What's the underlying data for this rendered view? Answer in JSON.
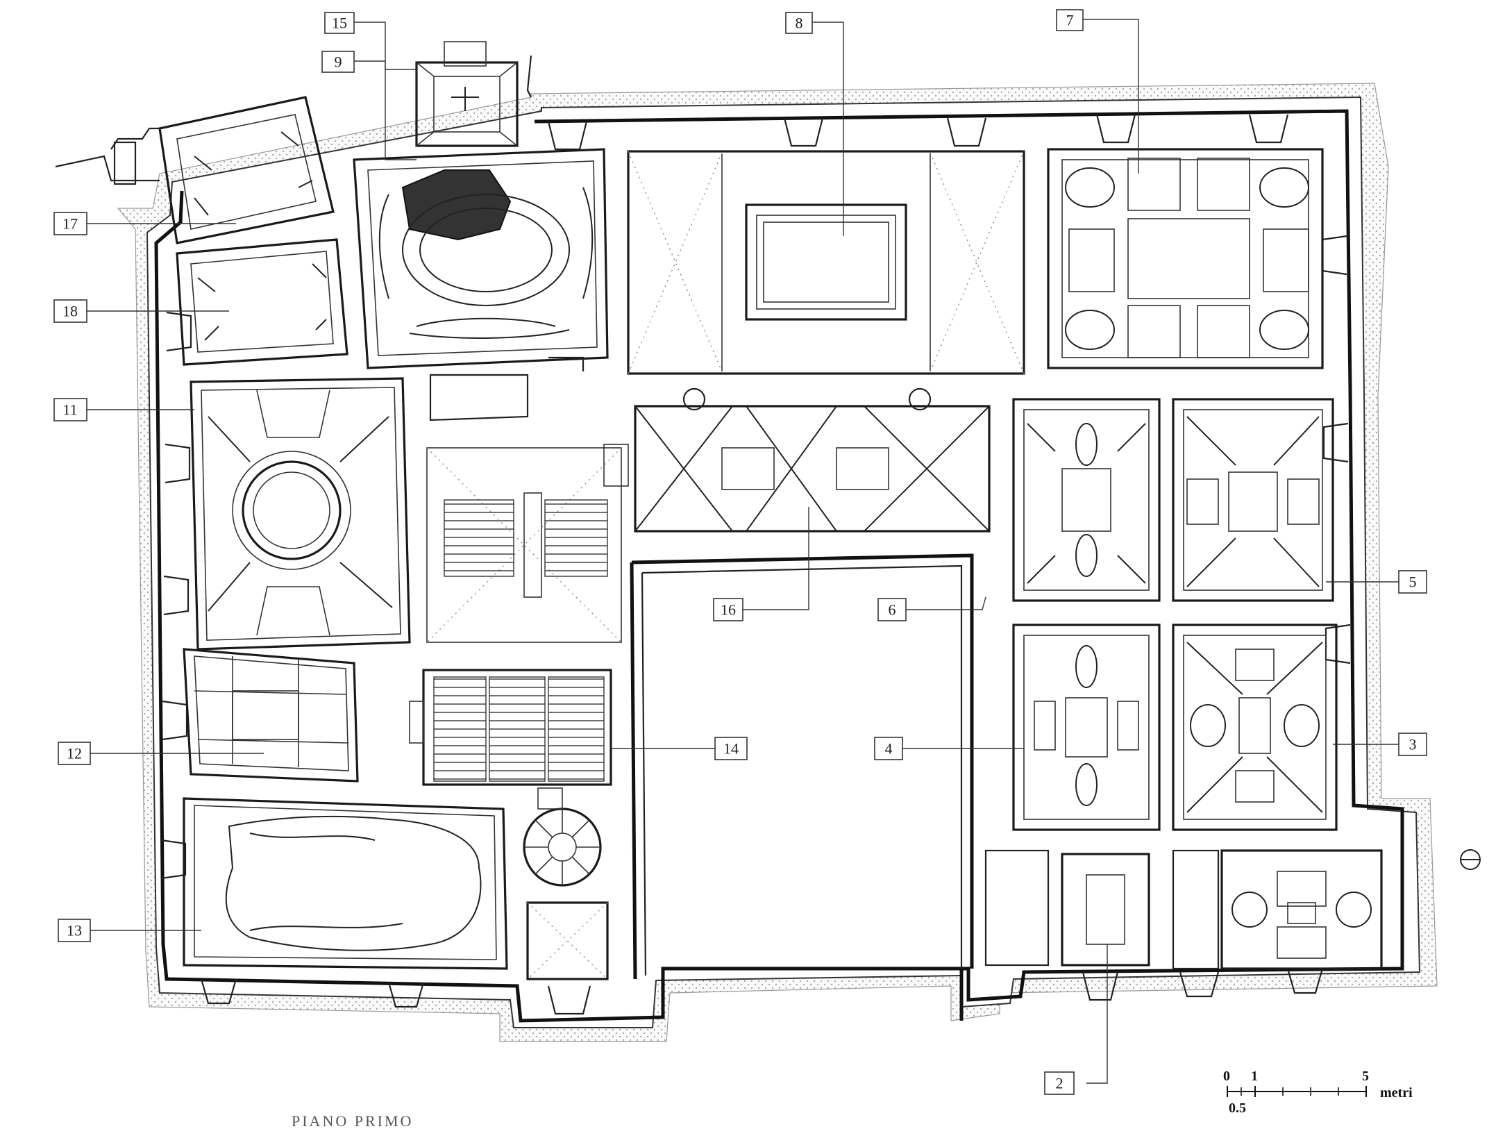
{
  "room_labels": [
    {
      "id": "lbl-15",
      "text": "15"
    },
    {
      "id": "lbl-9",
      "text": "9"
    },
    {
      "id": "lbl-8",
      "text": "8"
    },
    {
      "id": "lbl-7",
      "text": "7"
    },
    {
      "id": "lbl-17",
      "text": "17"
    },
    {
      "id": "lbl-18",
      "text": "18"
    },
    {
      "id": "lbl-11",
      "text": "11"
    },
    {
      "id": "lbl-16",
      "text": "16"
    },
    {
      "id": "lbl-6",
      "text": "6"
    },
    {
      "id": "lbl-5",
      "text": "5"
    },
    {
      "id": "lbl-12",
      "text": "12"
    },
    {
      "id": "lbl-14",
      "text": "14"
    },
    {
      "id": "lbl-4",
      "text": "4"
    },
    {
      "id": "lbl-3",
      "text": "3"
    },
    {
      "id": "lbl-13",
      "text": "13"
    },
    {
      "id": "lbl-2",
      "text": "2"
    }
  ],
  "scale_bar": {
    "tick_0": "0",
    "tick_1": "1",
    "tick_5": "5",
    "tick_half": "0.5",
    "unit": "metri"
  },
  "bottom_caption": "PIANO PRIMO",
  "colors": {
    "line": "#111111",
    "hatch": "#999999",
    "background": "#ffffff"
  }
}
